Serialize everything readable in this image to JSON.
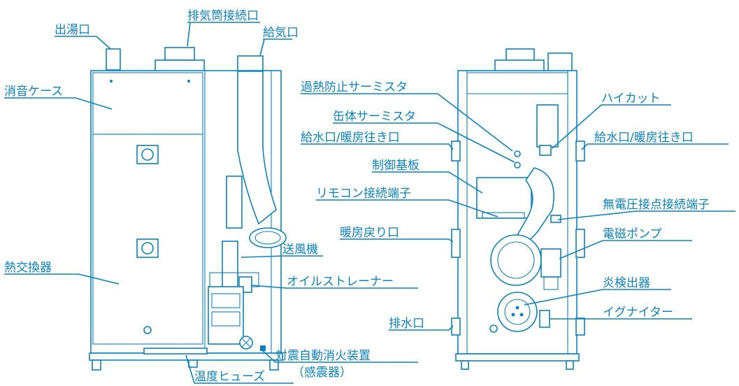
{
  "accent_color": "#0b83c0",
  "labels": {
    "hot_water_outlet": "出湯口",
    "exhaust_connection": "排気筒接続口",
    "air_intake": "給気口",
    "silencer_case": "消音ケース",
    "heat_exchanger": "熱交換器",
    "blower": "送風機",
    "oil_strainer": "オイルストレーナー",
    "seismic_extinguisher": "対震自動消火装置",
    "seismic_sensor": "（感震器）",
    "temperature_fuse": "温度ヒューズ",
    "overheat_thermistor": "過熱防止サーミスタ",
    "can_thermistor": "缶体サーミスタ",
    "water_inlet_left": "給水口/暖房往き口",
    "control_board": "制御基板",
    "remote_terminal": "リモコン接続端子",
    "heating_return": "暖房戻り口",
    "drain": "排水口",
    "high_cut": "ハイカット",
    "water_inlet_right": "給水口/暖房往き口",
    "dry_contact_terminal": "無電圧接点接続端子",
    "solenoid_pump": "電磁ポンプ",
    "flame_detector": "炎検出器",
    "igniter": "イグナイター"
  }
}
